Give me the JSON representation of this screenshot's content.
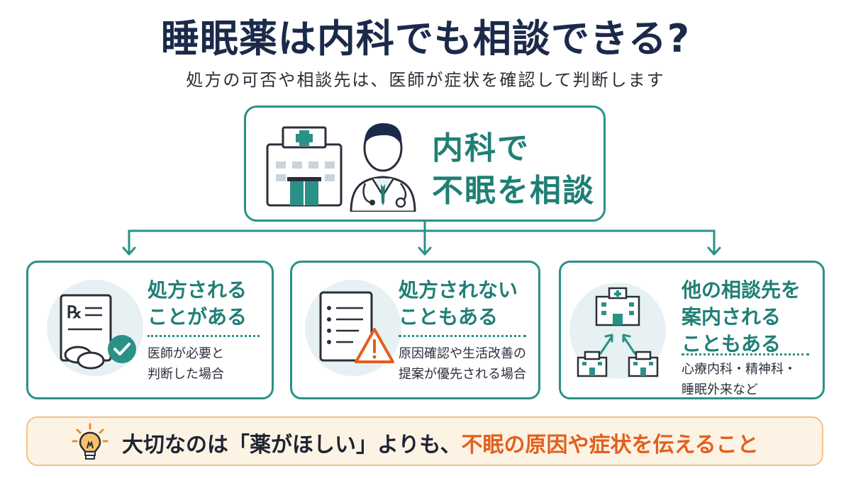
{
  "title": "睡眠薬は内科でも相談できる?",
  "subtitle": "処方の可否や相談先は、医師が症状を確認して判断します",
  "top": {
    "line1": "内科で",
    "line2": "不眠を相談"
  },
  "cards": [
    {
      "title_line1": "処方される",
      "title_line2": "ことがある",
      "desc_line1": "医師が必要と",
      "desc_line2": "判断した場合",
      "icon": "prescription-icon"
    },
    {
      "title_line1": "処方されない",
      "title_line2": "こともある",
      "desc_line1": "原因確認や生活改善の",
      "desc_line2": "提案が優先される場合",
      "icon": "warning-document-icon"
    },
    {
      "title_line1": "他の相談先を",
      "title_line2": "案内される",
      "title_line3": "こともある",
      "desc_line1": "心療内科・精神科・",
      "desc_line2": "睡眠外来など",
      "icon": "hospital-referral-icon"
    }
  ],
  "bottom": {
    "text_main": "大切なのは「薬がほしい」よりも、",
    "text_accent": "不眠の原因や症状を伝えること",
    "icon": "lightbulb-icon"
  },
  "colors": {
    "teal": "#2a9187",
    "teal_dark": "#1f7f76",
    "navy": "#1b2a4a",
    "orange": "#e35f1d",
    "bottom_bg": "#fdf3e5",
    "bottom_border": "#f2c288"
  }
}
